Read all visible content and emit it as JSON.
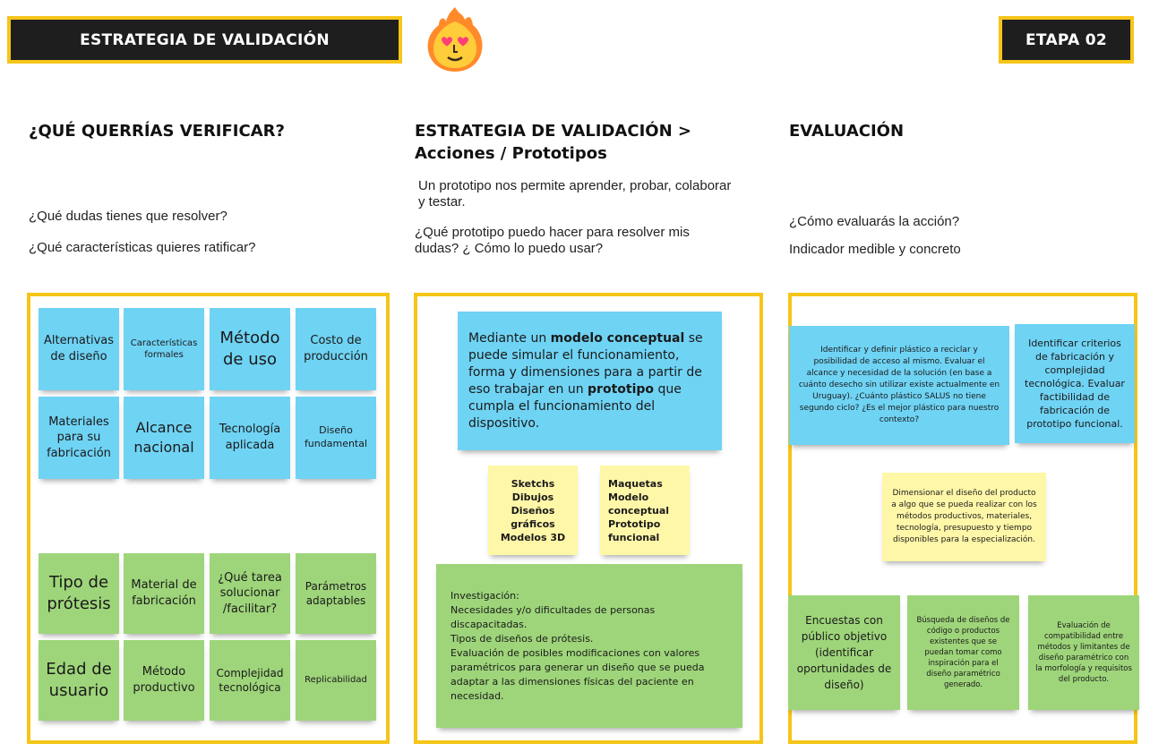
{
  "header": {
    "title": "ESTRATEGIA DE VALIDACIÓN",
    "stage": "ETAPA 02"
  },
  "columns": [
    {
      "heading": "¿QUÉ QUERRÍAS VERIFICAR?",
      "question_1": "¿Qué dudas tienes que resolver?",
      "question_2": "¿Qué características quieres ratificar?"
    },
    {
      "heading_line_1": "ESTRATEGIA DE VALIDACIÓN >",
      "heading_line_2": "Acciones / Prototipos",
      "intro": "Un prototipo nos permite aprender, probar, colaborar y testar.",
      "question": "¿Qué prototipo puedo hacer para resolver mis dudas? ¿ Cómo lo puedo usar?"
    },
    {
      "heading": "EVALUACIÓN",
      "question_1": "¿Cómo evaluarás la acción?",
      "question_2": "Indicador medible y concreto"
    }
  ],
  "col1_notes": {
    "blue": [
      "Alternativas de diseño",
      "Características formales",
      "Método de uso",
      "Costo de producción",
      "Materiales para su fabricación",
      "Alcance nacional",
      "Tecnología aplicada",
      "Diseño fundamental"
    ],
    "green": [
      "Tipo de prótesis",
      "Material de fabricación",
      "¿Qué tarea solucionar /facilitar?",
      "Parámetros adaptables",
      "Edad de usuario",
      "Método productivo",
      "Complejidad tecnológica",
      "Replicabilidad"
    ]
  },
  "col2_notes": {
    "main": {
      "part_1": "Mediante un ",
      "bold_1": "modelo conceptual",
      "part_2": " se puede simular el funcionamiento, forma y dimensiones para a partir de eso trabajar en un ",
      "bold_2": "prototipo",
      "part_3": " que cumpla el funcionamiento del dispositivo."
    },
    "yellow_1": [
      "Sketchs",
      "Dibujos",
      "Diseños",
      "gráficos",
      "Modelos 3D"
    ],
    "yellow_2": [
      "Maquetas",
      "Modelo",
      "conceptual",
      "Prototipo",
      "funcional"
    ],
    "green_lines": [
      "Investigación:",
      "Necesidades y/o dificultades de personas discapacitadas.",
      "Tipos de diseños de prótesis.",
      "Evaluación de posibles modificaciones con valores paramétricos para generar un diseño que se pueda adaptar a las dimensiones físicas del paciente en necesidad."
    ]
  },
  "col3_notes": {
    "blue_1": "Identificar y definir plástico a reciclar y posibilidad de acceso al mismo. Evaluar el alcance y necesidad de la solución (en base a cuánto desecho sin utilizar existe actualmente en Uruguay). ¿Cuánto plástico SALUS no tiene segundo ciclo? ¿Es el mejor plástico para nuestro contexto?",
    "blue_2": "Identificar criterios de fabricación y complejidad tecnológica. Evaluar factibilidad de fabricación de prototipo funcional.",
    "yellow": "Dimensionar el diseño del producto a algo que se pueda realizar con los métodos productivos, materiales, tecnología, presupuesto y tiempo disponibles para la especialización.",
    "green_1": "Encuestas con público objetivo (identificar oportunidades de diseño)",
    "green_2": "Búsqueda de diseños de código o productos existentes que se puedan tomar como inspiración para el diseño paramétrico generado.",
    "green_3": "Evaluación de compatibilidad entre métodos y limitantes de diseño paramétrico con la morfología y requisitos del producto."
  }
}
